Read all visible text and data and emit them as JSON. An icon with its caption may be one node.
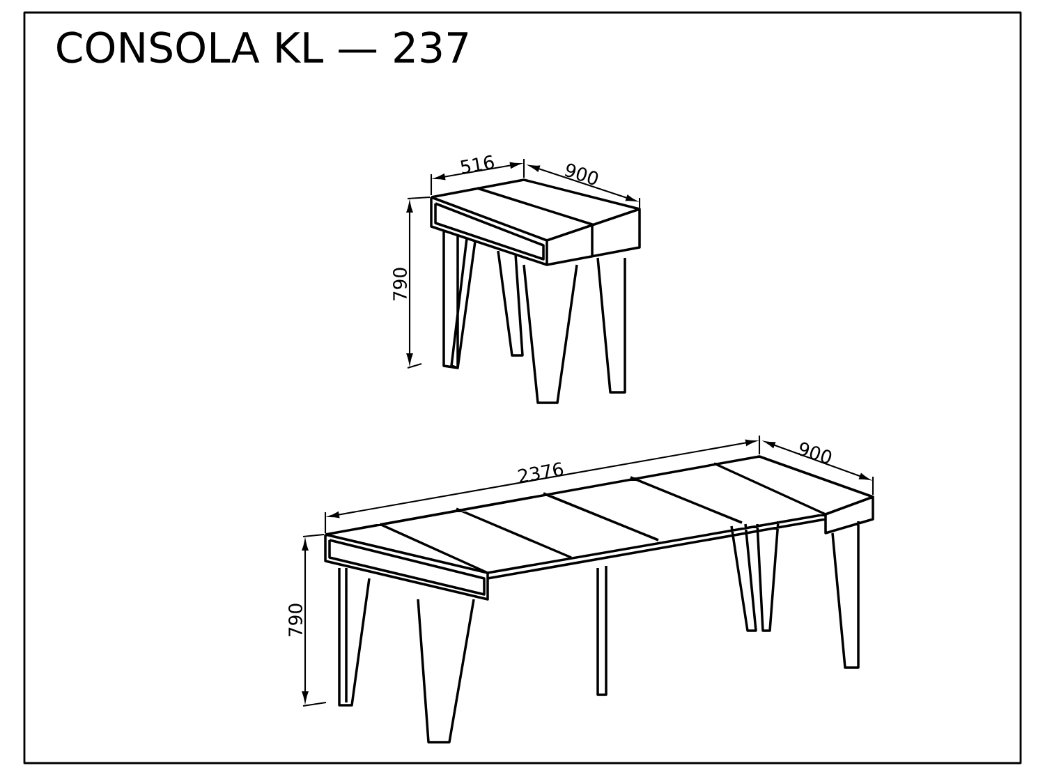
{
  "diagram": {
    "title": "CONSOLA KL — 237",
    "labels": [
      "516",
      "900",
      "790",
      "2376",
      "900",
      "790"
    ]
  }
}
